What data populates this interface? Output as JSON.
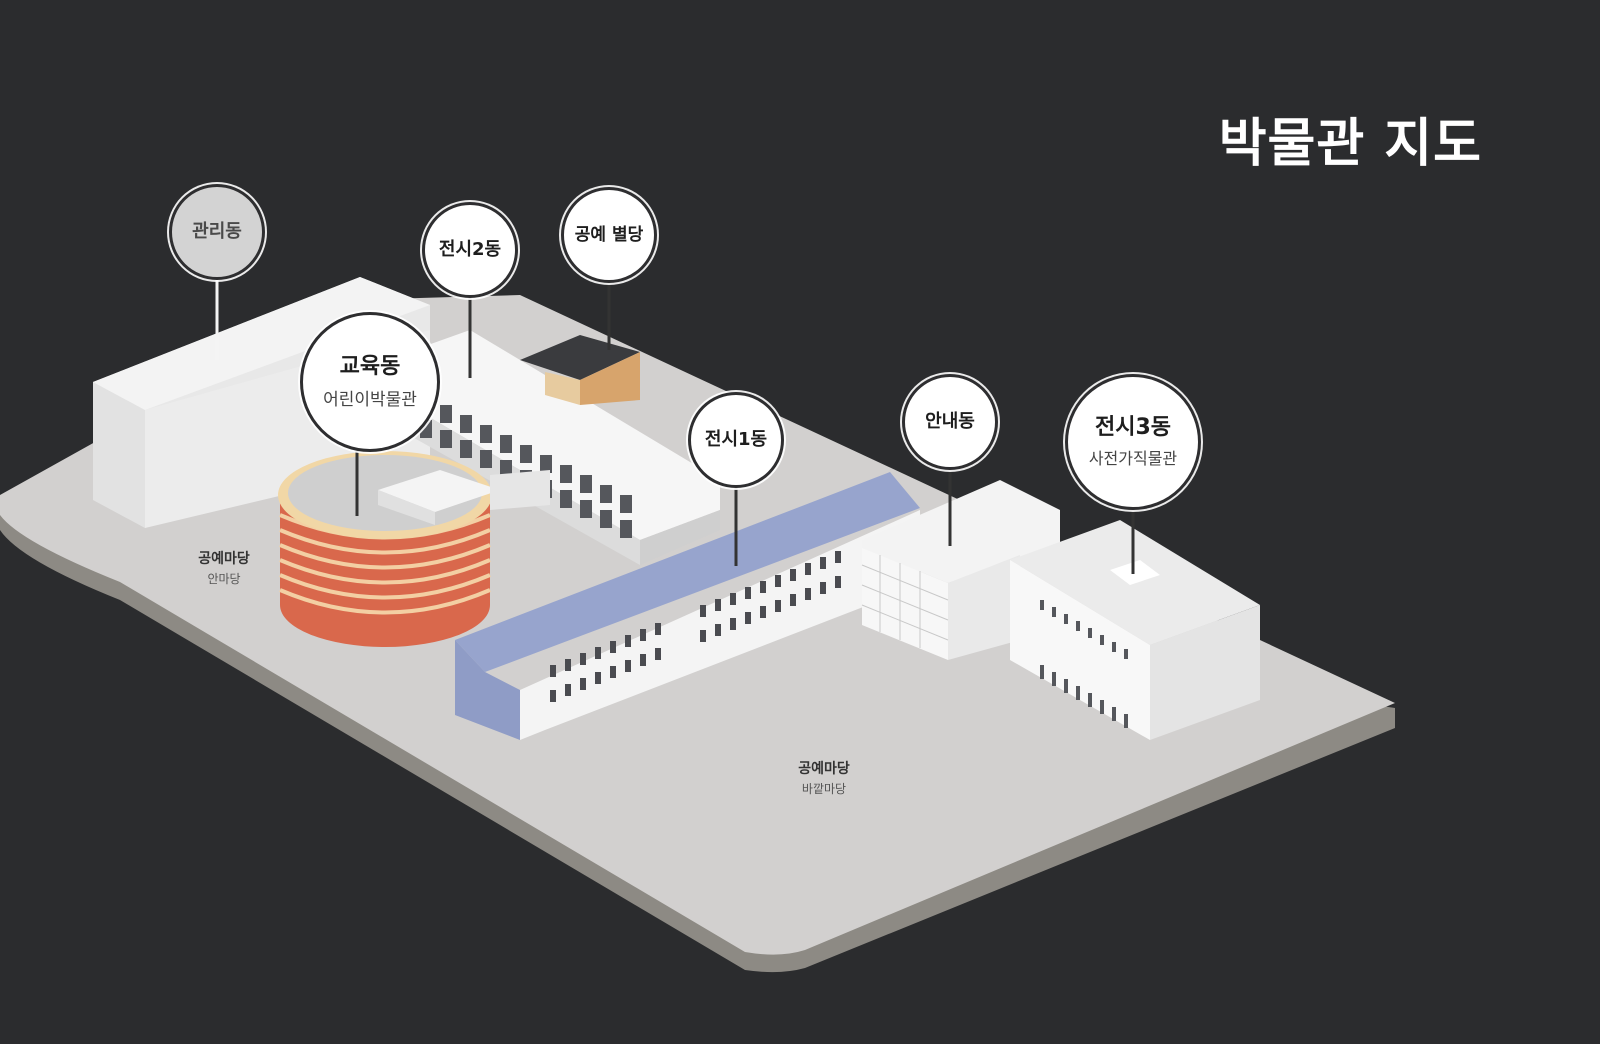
{
  "title": "박물관 지도",
  "buildings": [
    {
      "id": "admin",
      "name": "관리동",
      "sub": ""
    },
    {
      "id": "edu",
      "name": "교육동",
      "sub": "어린이박물관"
    },
    {
      "id": "ex2",
      "name": "전시2동",
      "sub": ""
    },
    {
      "id": "annex",
      "name": "공예 별당",
      "sub": ""
    },
    {
      "id": "ex1",
      "name": "전시1동",
      "sub": ""
    },
    {
      "id": "info",
      "name": "안내동",
      "sub": ""
    },
    {
      "id": "ex3",
      "name": "전시3동",
      "sub": "사전가직물관"
    }
  ],
  "areas": [
    {
      "id": "inner",
      "name": "공예마당",
      "sub": "안마당"
    },
    {
      "id": "outer",
      "name": "공예마당",
      "sub": "바깥마당"
    }
  ],
  "colors": {
    "background": "#2b2c2e",
    "ground": "#d2d0cf",
    "building_white": "#f2f2f2",
    "roof_blue": "#97a4cd",
    "rotunda_stripe": "#d9684c",
    "rotunda_base": "#f1d7a6"
  }
}
